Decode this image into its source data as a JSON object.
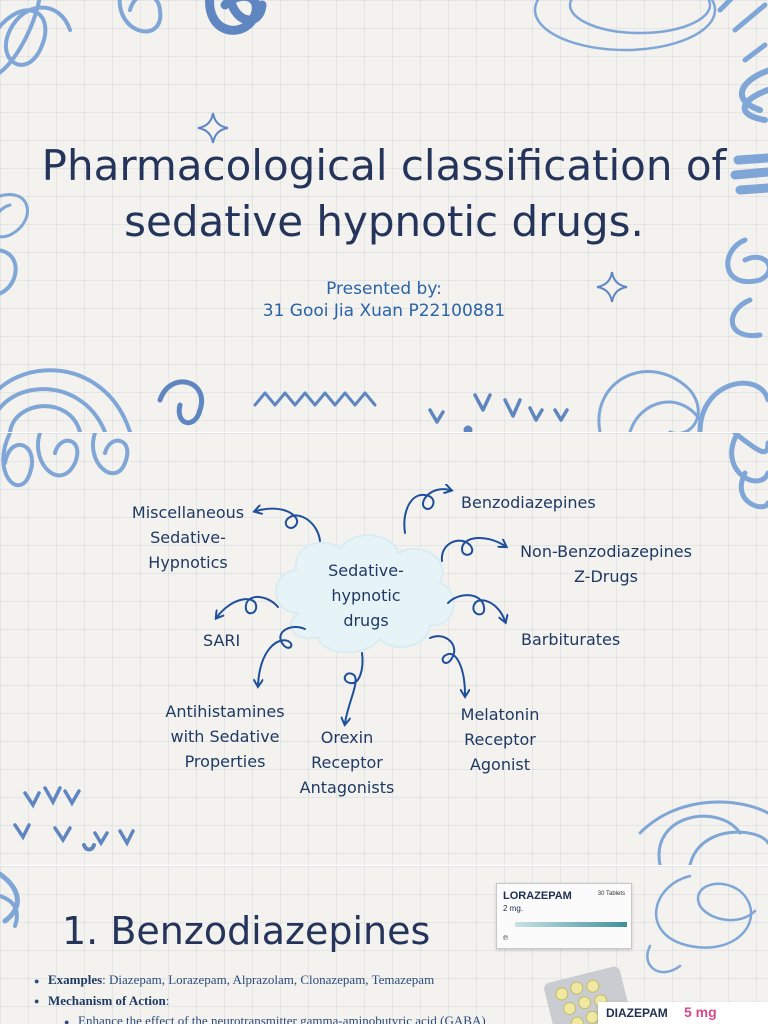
{
  "slide1": {
    "title_line1": "Pharmacological classification of",
    "title_line2": "sedative hypnotic drugs.",
    "presented_by": "Presented by:",
    "presenter": "31 Gooi Jia Xuan P22100881"
  },
  "slide2": {
    "center_line1": "Sedative-",
    "center_line2": "hypnotic",
    "center_line3": "drugs",
    "branches": {
      "benzodiazepines": "Benzodiazepines",
      "non_benzo_line1": "Non-Benzodiazepines",
      "non_benzo_line2": "Z-Drugs",
      "barbiturates": "Barbiturates",
      "melatonin_line1": "Melatonin",
      "melatonin_line2": "Receptor",
      "melatonin_line3": "Agonist",
      "orexin_line1": "Orexin",
      "orexin_line2": "Receptor",
      "orexin_line3": "Antagonists",
      "antihist_line1": "Antihistamines",
      "antihist_line2": "with Sedative",
      "antihist_line3": "Properties",
      "sari": "SARI",
      "misc_line1": "Miscellaneous",
      "misc_line2": "Sedative-",
      "misc_line3": "Hypnotics"
    }
  },
  "slide3": {
    "heading": "1. Benzodiazepines",
    "examples_label": "Examples",
    "examples_text": ": Diazepam, Lorazepam, Alprazolam, Clonazepam, Temazepam",
    "moa_label": "Mechanism of Action",
    "moa_suffix": ":",
    "moa_point": "Enhance the effect of the neurotransmitter gamma-aminobutyric acid (GABA)",
    "lorazepam_box": {
      "name": "LORAZEPAM",
      "dose": "2 mg.",
      "count": "30 Tablets"
    },
    "diazepam_box": {
      "name": "DIAZEPAM",
      "dose": "5 mg"
    }
  },
  "colors": {
    "accent_blue": "#7fa6d6",
    "dark_blue": "#1f4f9a",
    "title_navy": "#25345a",
    "text_blue": "#2b63a6",
    "cloud": "#e6f3f7",
    "background": "#f3f2ef"
  }
}
